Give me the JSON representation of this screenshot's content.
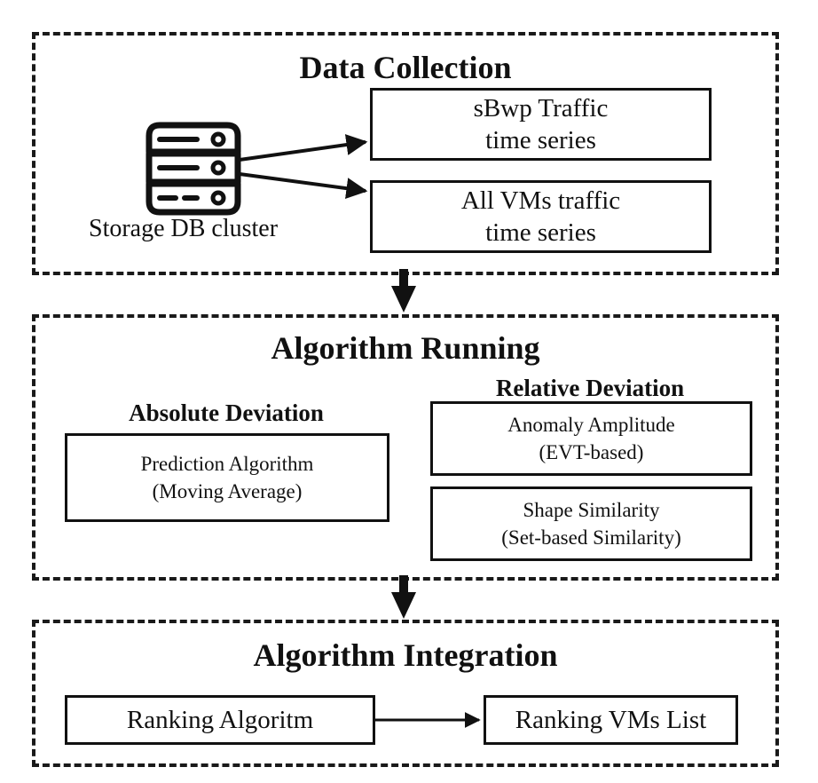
{
  "data_collection": {
    "title": "Data Collection",
    "db_label": "Storage DB cluster",
    "box1": {
      "line1": "sBwp Traffic",
      "line2": "time series"
    },
    "box2": {
      "line1": "All VMs traffic",
      "line2": "time series"
    }
  },
  "algorithm_running": {
    "title": "Algorithm Running",
    "absolute": {
      "heading": "Absolute Deviation",
      "box": {
        "line1": "Prediction Algorithm",
        "line2": "(Moving Average)"
      }
    },
    "relative": {
      "heading": "Relative Deviation",
      "box1": {
        "line1": "Anomaly Amplitude",
        "line2": "(EVT-based)"
      },
      "box2": {
        "line1": "Shape Similarity",
        "line2": "(Set-based Similarity)"
      }
    }
  },
  "algorithm_integration": {
    "title": "Algorithm Integration",
    "ranking_box": "Ranking Algoritm",
    "output_box": "Ranking VMs List"
  },
  "icons": {
    "database": "database-icon"
  }
}
